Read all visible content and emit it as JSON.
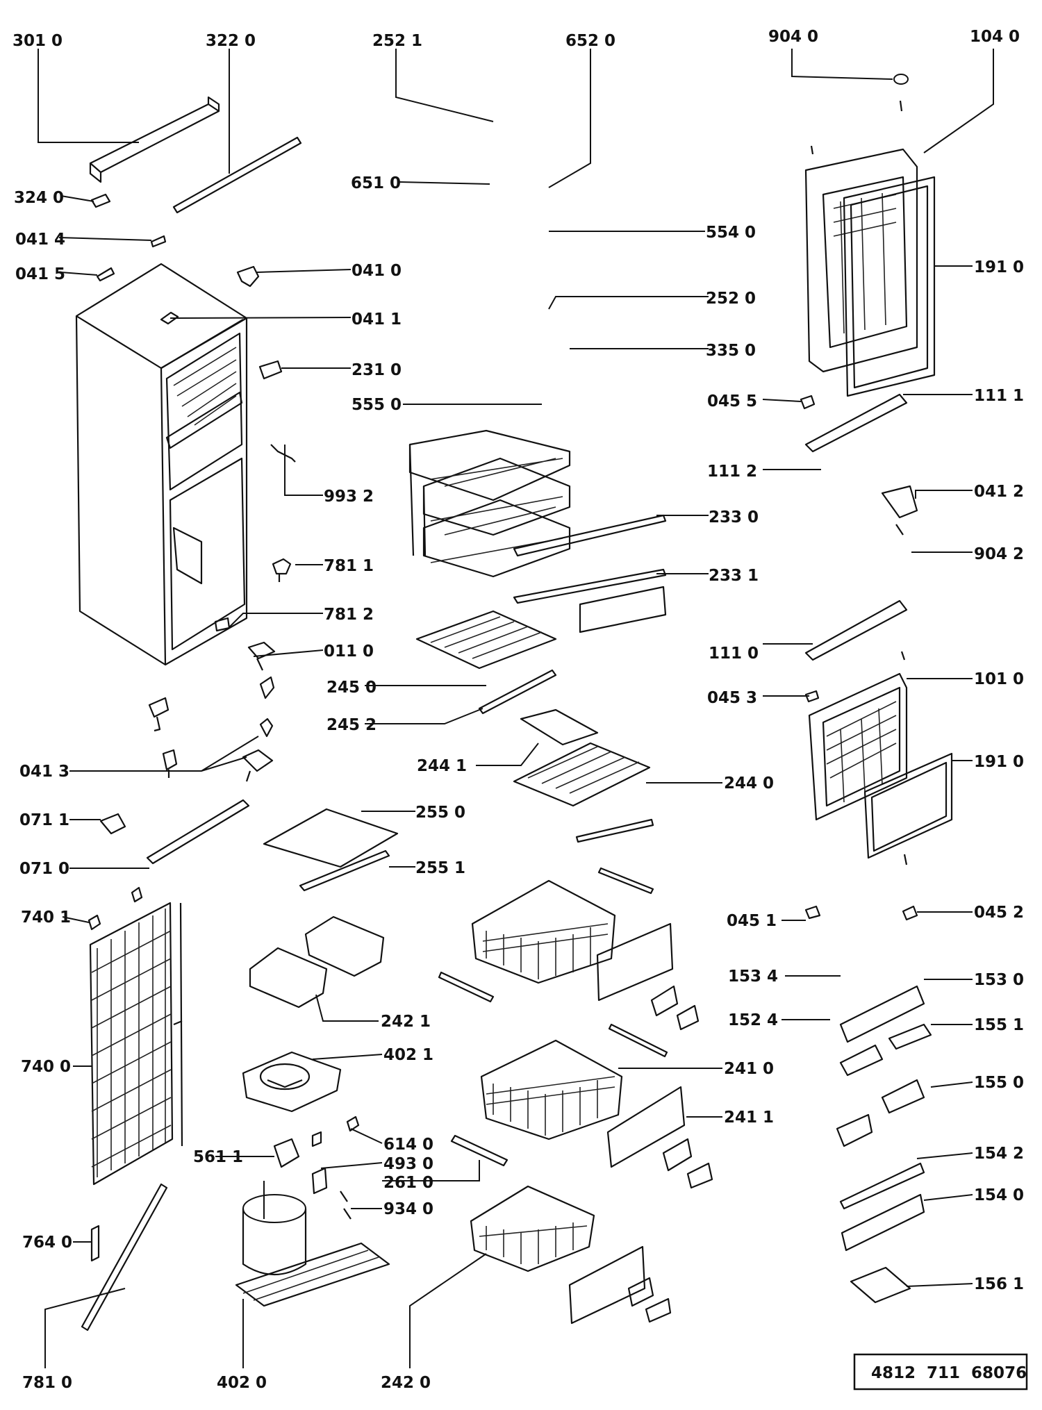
{
  "labels": [
    "301 0",
    "322 0",
    "252 1",
    "652 0",
    "904 0",
    "104 0",
    "324 0",
    "651 0",
    "041 4",
    "554 0",
    "041 5",
    "041 0",
    "191 0",
    "041 1",
    "252 0",
    "335 0",
    "231 0",
    "555 0",
    "045 5",
    "111 1",
    "111 2",
    "993 2",
    "041 2",
    "233 0",
    "904 2",
    "781 1",
    "233 1",
    "781 2",
    "011 0",
    "111 0",
    "245 0",
    "045 3",
    "101 0",
    "245 2",
    "244 1",
    "191 0",
    "041 3",
    "244 0",
    "071 1",
    "255 0",
    "071 0",
    "255 1",
    "740 1",
    "045 1",
    "045 2",
    "242 1",
    "153 4",
    "153 0",
    "152 4",
    "155 1",
    "402 1",
    "241 0",
    "740 0",
    "241 1",
    "155 0",
    "614 0",
    "561 1",
    "493 0",
    "261 0",
    "154 2",
    "934 0",
    "154 0",
    "764 0",
    "156 1",
    "781 0",
    "402 0",
    "242 0"
  ],
  "part_number": "4812  711  68076"
}
